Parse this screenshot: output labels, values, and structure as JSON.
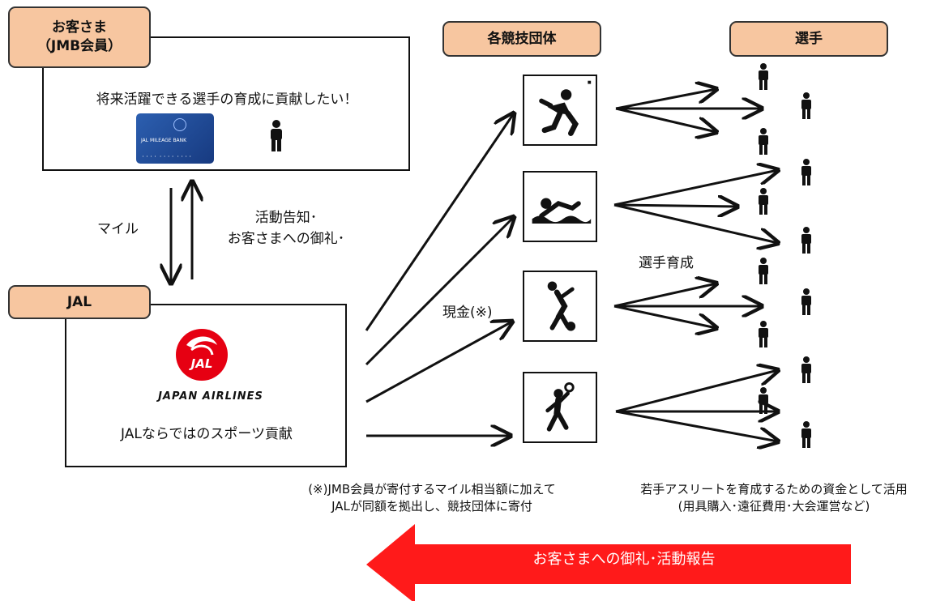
{
  "customer": {
    "header": "お客さま\n（JMB会員）",
    "message": "将来活躍できる選手の育成に貢献したい！"
  },
  "mileage_card": {
    "brand": "JAL MILEAGE BANK"
  },
  "flow_labels": {
    "miles": "マイル",
    "notice_line1": "活動告知･",
    "notice_line2": "お客さまへの御礼･",
    "cash": "現金(※)",
    "athlete_development": "選手育成"
  },
  "jal": {
    "header": "JAL",
    "logo_text": "JAL",
    "brand": "JAPAN AIRLINES",
    "tagline": "JALならではのスポーツ貢献"
  },
  "organizations": {
    "header": "各競技団体",
    "sports": [
      {
        "icon": "soccer-icon"
      },
      {
        "icon": "swimming-icon"
      },
      {
        "icon": "volleyball-icon"
      },
      {
        "icon": "handball-icon"
      }
    ]
  },
  "athletes": {
    "header": "選手"
  },
  "notes": {
    "cash_line1": "(※)JMB会員が寄付するマイル相当額に加えて",
    "cash_line2": "JALが同額を拠出し、競技団体に寄付",
    "use_line1": "若手アスリートを育成するための資金として活用",
    "use_line2": "(用具購入･遠征費用･大会運営など)"
  },
  "return_flow": {
    "label": "お客さまへの御礼･活動報告",
    "color": "#ff1a1a"
  }
}
